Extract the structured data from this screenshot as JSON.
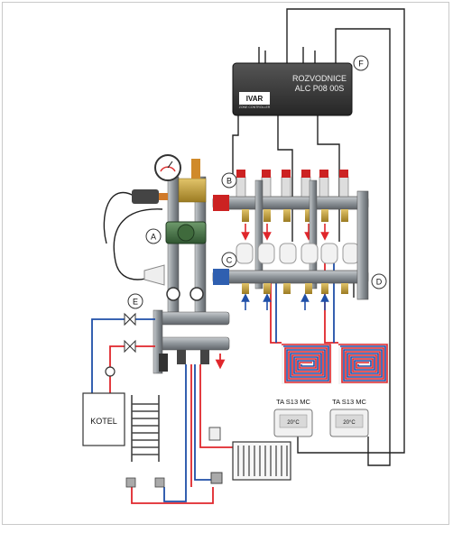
{
  "controller": {
    "title_line1": "ROZVODNICE",
    "title_line2": "ALC P08 00S",
    "brand": "IVAR",
    "brand_sub": "ZONE CONTROLLER"
  },
  "labels": {
    "A": "A",
    "B": "B",
    "C": "C",
    "D": "D",
    "E": "E",
    "F": "F"
  },
  "thermostats": [
    {
      "model": "TA S13 MC",
      "display": "20°C"
    },
    {
      "model": "TA S13 MC",
      "display": "20°C"
    }
  ],
  "boiler": {
    "label": "KOTEL"
  },
  "colors": {
    "supply_pipe": "#e0262b",
    "return_pipe": "#1f4fa8",
    "wire": "#222222",
    "manifold": "#8c9296",
    "controller_body": "#3a3a3a"
  }
}
